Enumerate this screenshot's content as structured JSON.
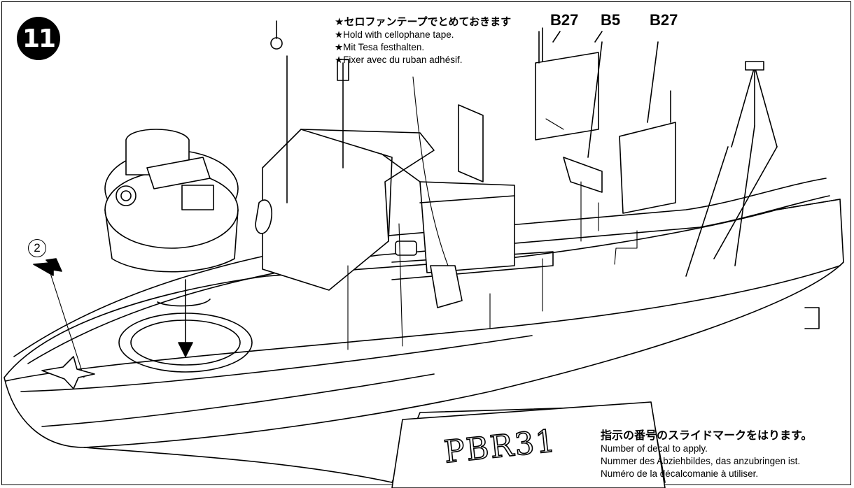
{
  "step": {
    "number": "11"
  },
  "tape_note": {
    "jp": "★セロファンテープでとめておきます",
    "lines": [
      "★Hold with cellophane tape.",
      "★Mit Tesa festhalten.",
      "★Fixer avec du ruban adhésif."
    ]
  },
  "parts": [
    "B27",
    "B5",
    "B27"
  ],
  "decal_ref": "2",
  "decal_note": {
    "jp": "指示の番号のスライドマークをはります。",
    "lines": [
      "Number of decal to apply.",
      "Nummer des Abziehbildes, das anzubringen ist.",
      "Numéro de la décalcomanie à utiliser."
    ]
  },
  "hull_marking": "PBR31"
}
